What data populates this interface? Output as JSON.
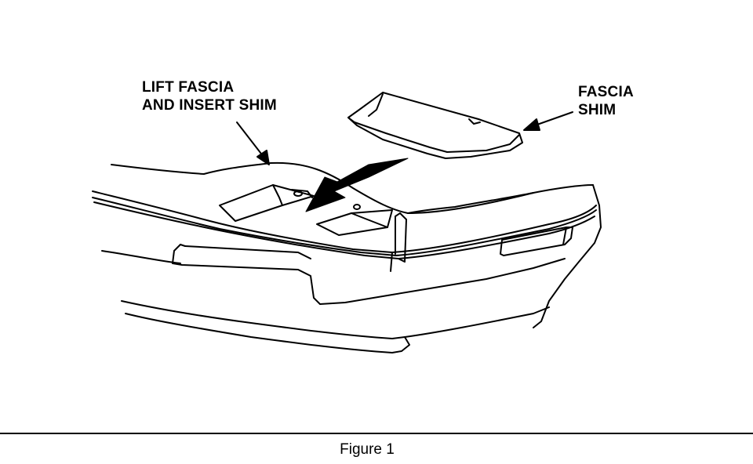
{
  "callouts": {
    "lift_fascia": [
      "LIFT FASCIA",
      "AND INSERT SHIM"
    ],
    "fascia_shim": [
      "FASCIA",
      "SHIM"
    ]
  },
  "caption": "Figure 1"
}
